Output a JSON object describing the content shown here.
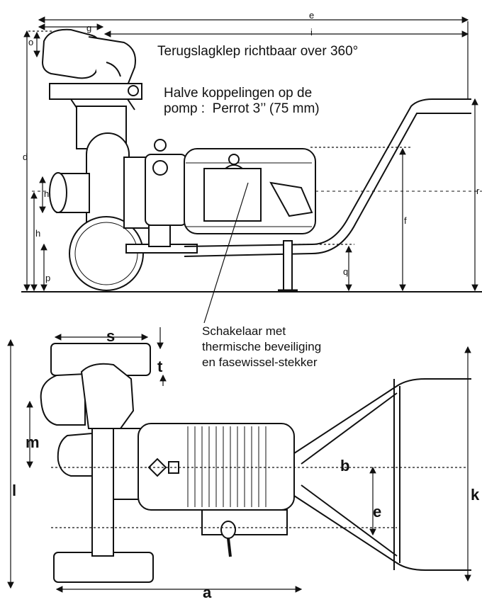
{
  "notes": {
    "terugslagklep": "Terugslagklep richtbaar over 360°",
    "halve_koppelingen": "Halve koppelingen op de\npomp :  Perrot 3’’ (75 mm)",
    "schakelaar": "Schakelaar met\nthermische beveiliging\nen fasewissel-stekker"
  },
  "side_view_dims": {
    "e": "e",
    "g": "g",
    "i": "i",
    "o": "o",
    "d": "d",
    "n": "n",
    "h": "h",
    "p": "p",
    "f": "f",
    "q": "q",
    "r": "r"
  },
  "top_view_dims": {
    "s": "s",
    "t": "t",
    "m": "m",
    "l": "l",
    "b": "b",
    "e": "e",
    "k": "k",
    "a": "a"
  }
}
